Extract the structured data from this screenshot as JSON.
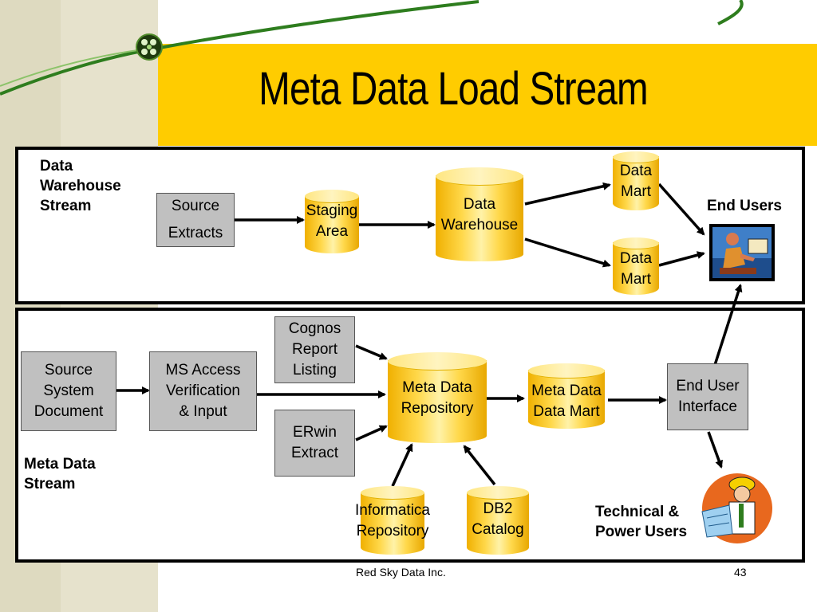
{
  "slide": {
    "title": "Meta Data Load Stream",
    "footer_left": "Red Sky Data Inc.",
    "page_number": "43"
  },
  "warehouse_stream": {
    "label_line1": "Data",
    "label_line2": "Warehouse",
    "label_line3": "Stream",
    "source_extracts_line1": "Source",
    "source_extracts_line2": "Extracts",
    "staging_line1": "Staging",
    "staging_line2": "Area",
    "warehouse_line1": "Data",
    "warehouse_line2": "Warehouse",
    "mart_top_line1": "Data",
    "mart_top_line2": "Mart",
    "mart_bottom_line1": "Data",
    "mart_bottom_line2": "Mart",
    "end_users": "End Users"
  },
  "meta_stream": {
    "label_line1": "Meta Data",
    "label_line2": "Stream",
    "source_doc_line1": "Source",
    "source_doc_line2": "System",
    "source_doc_line3": "Document",
    "msaccess_line1": "MS Access",
    "msaccess_line2": "Verification",
    "msaccess_line3": "& Input",
    "cognos_line1": "Cognos",
    "cognos_line2": "Report",
    "cognos_line3": "Listing",
    "erwin_line1": "ERwin",
    "erwin_line2": "Extract",
    "repository_line1": "Meta Data",
    "repository_line2": "Repository",
    "meta_mart_line1": "Meta Data",
    "meta_mart_line2": "Data Mart",
    "end_user_interface_line1": "End User",
    "end_user_interface_line2": "Interface",
    "informatica_line1": "Informatica",
    "informatica_line2": "Repository",
    "db2_line1": "DB2",
    "db2_line2": "Catalog",
    "tech_users_line1": "Technical &",
    "tech_users_line2": "Power Users"
  },
  "colors": {
    "title_band": "#ffcc00",
    "side_band": "#e6e2cc",
    "cylinder": "#ffd84a",
    "process_box": "#c0c0c0",
    "swoosh": "#2e7d1e"
  },
  "icons": [
    "globe-icon",
    "office-worker-clipart-icon",
    "engineer-clipart-icon"
  ]
}
